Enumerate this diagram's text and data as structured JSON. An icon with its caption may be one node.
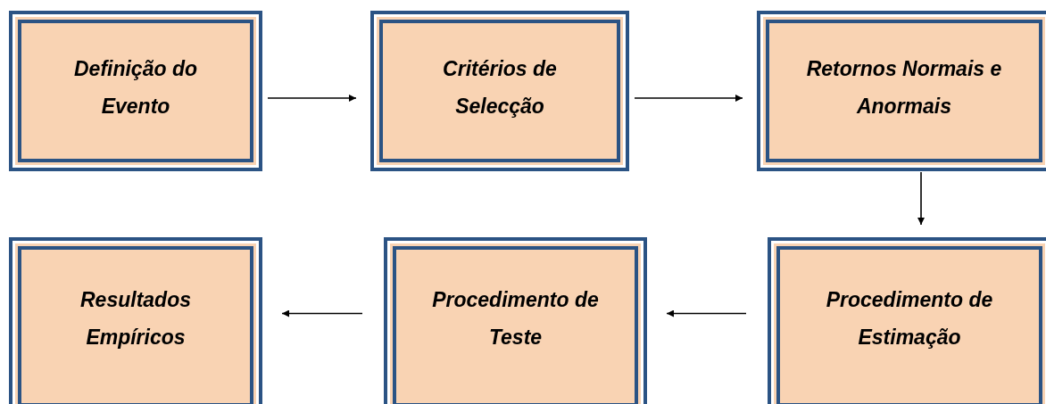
{
  "diagram": {
    "nodes": [
      {
        "text": [
          "Definição do Evento"
        ]
      },
      {
        "text": [
          "Critérios de Selecção"
        ]
      },
      {
        "text": [
          "Retornos Normais e Anormais"
        ]
      },
      {
        "text": [
          "Resultados Empíricos"
        ]
      },
      {
        "text": [
          "Procedimento de Teste"
        ]
      },
      {
        "text": [
          "Procedimento de Estimação"
        ]
      }
    ],
    "edges": [
      {
        "from": 0,
        "to": 1,
        "arrow": "to"
      },
      {
        "from": 1,
        "to": 2,
        "arrow": "to"
      },
      {
        "from": 2,
        "to": 5,
        "arrow": "to"
      },
      {
        "from": 5,
        "to": 4,
        "arrow": "to"
      },
      {
        "from": 4,
        "to": 3,
        "arrow": "to"
      }
    ]
  }
}
